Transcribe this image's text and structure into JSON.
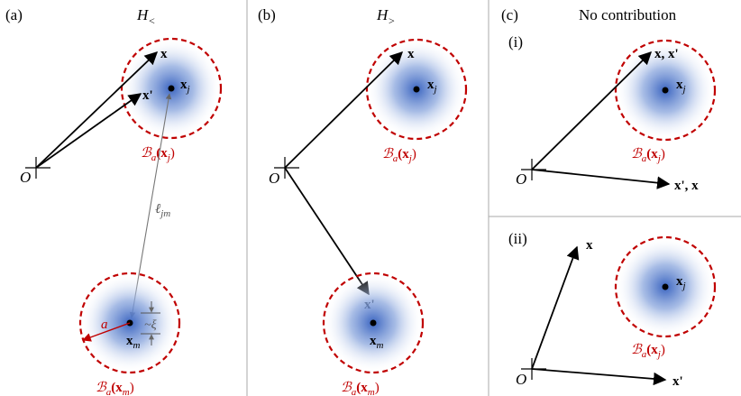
{
  "panels": {
    "a": {
      "label": "(a)",
      "title_main": "H",
      "title_sub": "<",
      "origin": "O",
      "vec_x": "x",
      "vec_xp": "x'",
      "xj_main": "x",
      "xj_sub": "j",
      "ball_top_prefix": "ℬ",
      "ball_top_sub": "a",
      "ball_top_arg": "(x",
      "ball_top_arg_sub": "j",
      "ball_top_close": ")",
      "distance_main": "ℓ",
      "distance_sub": "jm",
      "radius": "a",
      "xi": "~ξ",
      "xm_main": "x",
      "xm_sub": "m",
      "ball_bottom_prefix": "ℬ",
      "ball_bottom_sub": "a",
      "ball_bottom_arg": "(x",
      "ball_bottom_arg_sub": "m",
      "ball_bottom_close": ")"
    },
    "b": {
      "label": "(b)",
      "title_main": "H",
      "title_sub": ">",
      "origin": "O",
      "vec_x": "x",
      "vec_xp": "x'",
      "xj_main": "x",
      "xj_sub": "j",
      "ball_top_prefix": "ℬ",
      "ball_top_sub": "a",
      "ball_top_arg": "(x",
      "ball_top_arg_sub": "j",
      "ball_top_close": ")",
      "xm_main": "x",
      "xm_sub": "m",
      "ball_bottom_prefix": "ℬ",
      "ball_bottom_sub": "a",
      "ball_bottom_arg": "(x",
      "ball_bottom_arg_sub": "m",
      "ball_bottom_close": ")"
    },
    "c": {
      "label": "(c)",
      "title": "No contribution",
      "i": {
        "label": "(i)",
        "origin": "O",
        "vec_up": "x, x'",
        "vec_right": "x', x",
        "xj_main": "x",
        "xj_sub": "j",
        "ball_prefix": "ℬ",
        "ball_sub": "a",
        "ball_arg": "(x",
        "ball_arg_sub": "j",
        "ball_close": ")"
      },
      "ii": {
        "label": "(ii)",
        "origin": "O",
        "vec_up": "x",
        "vec_right": "x'",
        "xj_main": "x",
        "xj_sub": "j",
        "ball_prefix": "ℬ",
        "ball_sub": "a",
        "ball_arg": "(x",
        "ball_arg_sub": "j",
        "ball_close": ")"
      }
    }
  },
  "colors": {
    "ball_border": "#c00000",
    "ball_center": "#3a64c0",
    "arrow": "#000000",
    "distance_line": "#777777",
    "radius_arrow": "#c00000",
    "divider": "#aaaaaa"
  }
}
